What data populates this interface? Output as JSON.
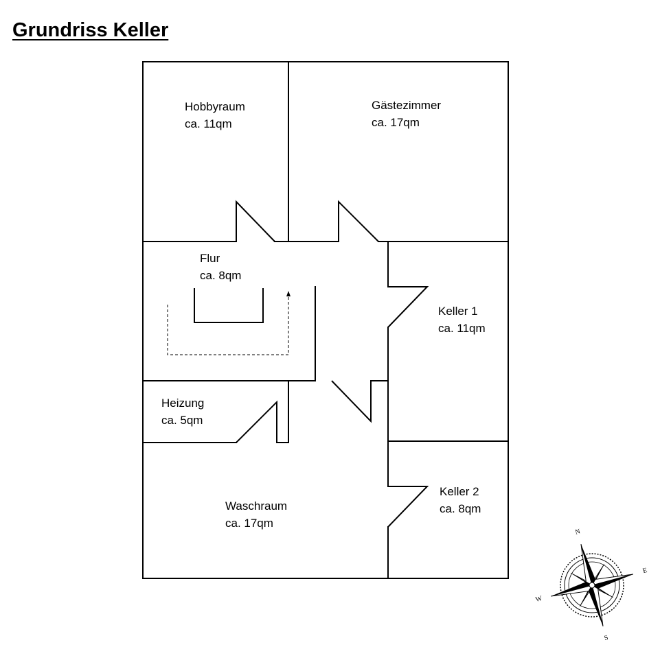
{
  "title": "Grundriss Keller",
  "rooms": [
    {
      "id": "hobbyraum",
      "name": "Hobbyraum",
      "area": "ca. 11qm"
    },
    {
      "id": "gaestezimmer",
      "name": "Gästezimmer",
      "area": "ca. 17qm"
    },
    {
      "id": "flur",
      "name": "Flur",
      "area": "ca. 8qm"
    },
    {
      "id": "keller1",
      "name": "Keller 1",
      "area": "ca. 11qm"
    },
    {
      "id": "heizung",
      "name": "Heizung",
      "area": "ca. 5qm"
    },
    {
      "id": "waschraum",
      "name": "Waschraum",
      "area": "ca. 17qm"
    },
    {
      "id": "keller2",
      "name": "Keller 2",
      "area": "ca. 8qm"
    }
  ],
  "compass": {
    "north": "N",
    "east": "E",
    "south": "S",
    "west": "W"
  },
  "colors": {
    "line": "#000000",
    "background": "#ffffff"
  }
}
